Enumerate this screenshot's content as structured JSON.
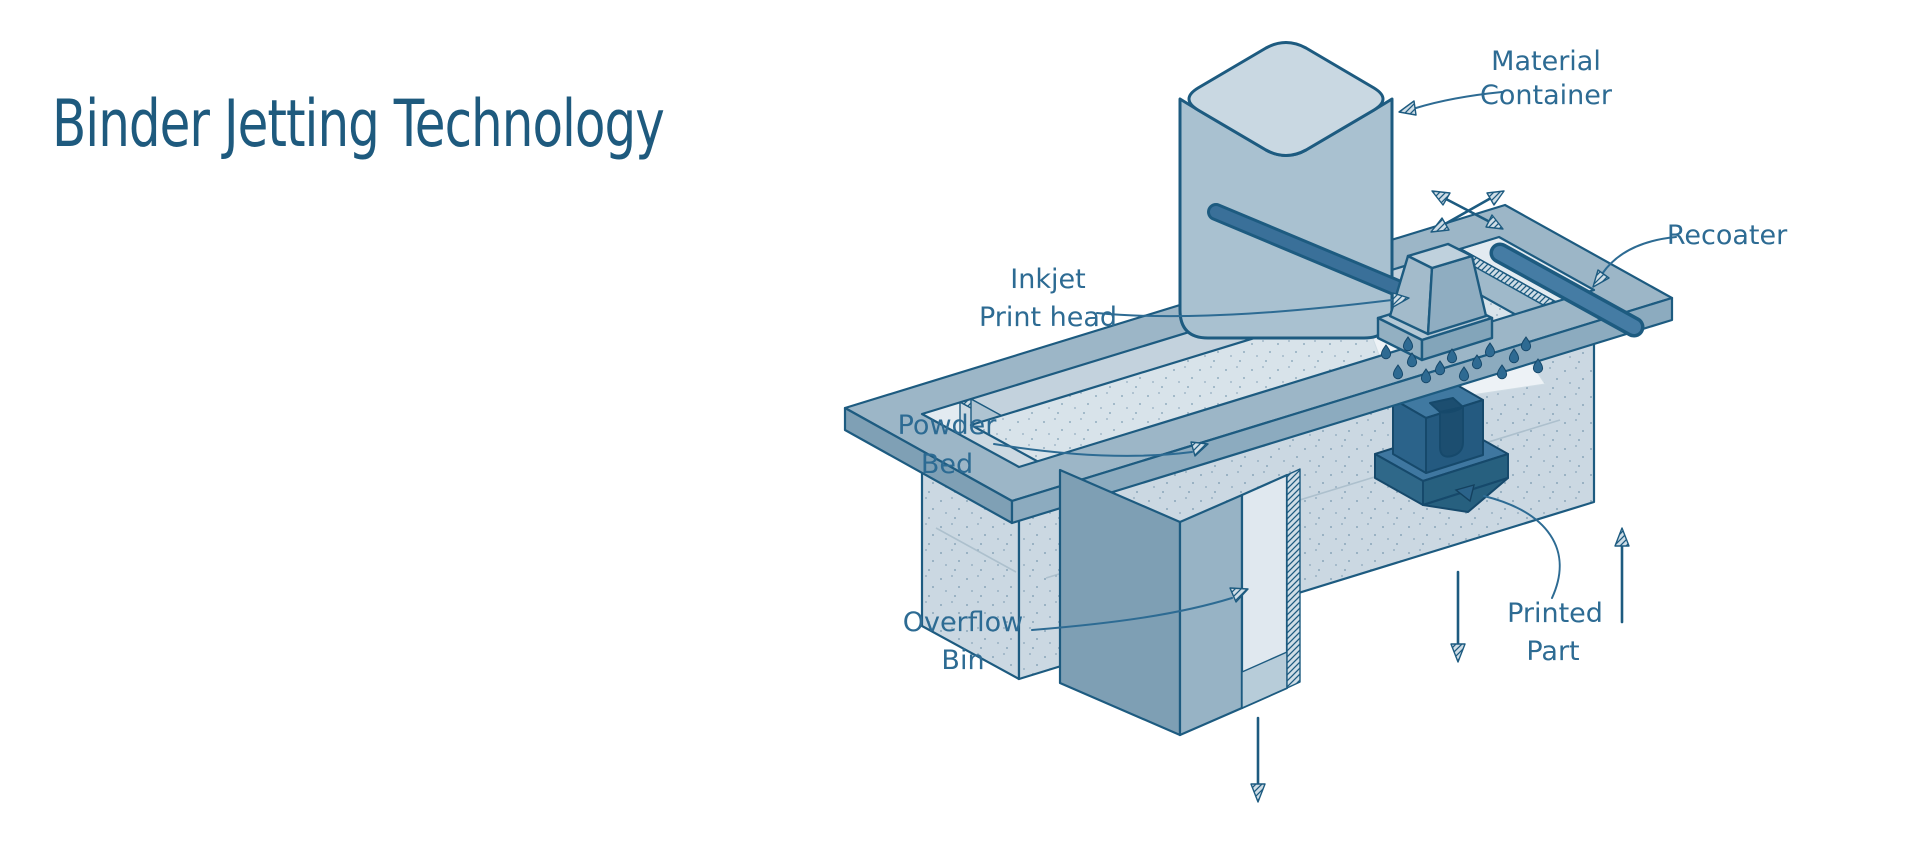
{
  "title": "Binder Jetting Technology",
  "diagram": {
    "labels": {
      "material_container": {
        "lines": [
          "Material",
          "Container"
        ]
      },
      "recoater": {
        "lines": [
          "Recoater"
        ]
      },
      "inkjet_print_head": {
        "lines": [
          "Inkjet",
          "Print head"
        ]
      },
      "powder_bed": {
        "lines": [
          "Powder",
          "Bed"
        ]
      },
      "overflow_bin": {
        "lines": [
          "Overflow",
          "Bin"
        ]
      },
      "printed_part": {
        "lines": [
          "Printed",
          "Part"
        ]
      }
    },
    "colors": {
      "outline": "#1d5b80",
      "title_text": "#1e5a7e",
      "label_text": "#2d6b93",
      "rim_top": "#9cb6c7",
      "powder": "#d8e3ea",
      "glass_wall": "#cbd8e2",
      "container_body": "#a9c1d0",
      "container_top": "#c9d8e2",
      "dark_element": "#2f6b92",
      "background": "#ffffff"
    }
  }
}
